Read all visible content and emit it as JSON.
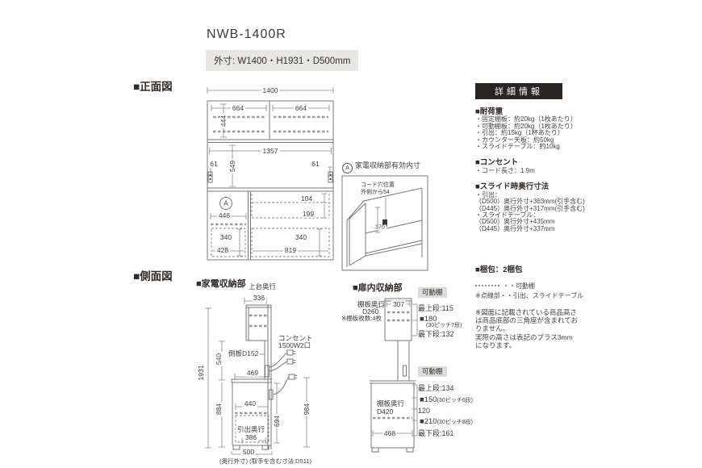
{
  "page": {
    "title": "NWB-1400R",
    "subtitle": "外寸: W1400・H1931・D500mm"
  },
  "front": {
    "header": "■正面図",
    "marker_a": "A",
    "d1400": "1400",
    "d664l": "664",
    "d664r": "664",
    "d444": "444",
    "d1357": "1357",
    "d549": "549",
    "d61l": "61",
    "d61r": "61",
    "d104": "104",
    "d199": "199",
    "d446": "446",
    "d340l": "340",
    "d340r": "340",
    "d428": "428",
    "d819": "819"
  },
  "detail": {
    "marker_a": "A",
    "title": "家電収納部有効内寸",
    "cord_line1": "コード穴位置",
    "cord_line2": "外側から54",
    "d370": "370"
  },
  "side": {
    "header": "■側面図",
    "sub_header": "■家電収納部",
    "top_depth_label": "上台奥行",
    "d336": "336",
    "d1931": "1931",
    "d540": "540",
    "d884": "884",
    "side_panel": "側板D152",
    "outlet_line1": "コンセント",
    "outlet_line2": "1500W2口",
    "d469": "469",
    "d440": "440",
    "drawer_label": "引出奥行",
    "d386": "386",
    "d694": "694",
    "d984": "984",
    "d500": "500",
    "footnote": "(奥行外寸) (取手を含む寸法:D511)"
  },
  "door": {
    "header": "■扉内収納部",
    "upper": {
      "depth_label": "棚板奥行",
      "depth": "D260",
      "count": "※棚板枚数:4枚",
      "d307": "307",
      "movable": "可動棚",
      "top": "最上段:115",
      "pitch": "■180",
      "pitch_note": "(30ピッチ7段)",
      "bottom": "最下段:132"
    },
    "lower": {
      "depth_label": "棚板奥行",
      "depth": "D420",
      "d468": "468",
      "movable": "可動棚",
      "top": "最上段:134",
      "pitch1": "■150",
      "pitch1_note": "(30ピッチ6段)",
      "mid": "120",
      "pitch2": "■210",
      "pitch2_note": "(30ピッチ8段)",
      "bottom": "最下段:161"
    }
  },
  "info": {
    "header": "詳細情報",
    "load_title": "■耐荷重",
    "load_items": [
      "・固定棚板：約20kg（1枚あたり）",
      "・可動棚板：約20kg（1枚あたり）",
      "・引出：約15kg（1杯あたり）",
      "・カウンター天板：約50kg",
      "・スライドテーブル：約10kg"
    ],
    "outlet_title": "■コンセント",
    "outlet_items": [
      "・コード長さ：1.9m"
    ],
    "slide_title": "■スライド時奥行寸法",
    "slide_items": [
      "・引出：",
      "（D500）奥行外寸+363mm(引手含む)",
      "（D445）奥行外寸+317mm(引手含む)",
      "・スライドテーブル：",
      "（D500）奥行外寸+435mm",
      "（D445）奥行外寸+337mm"
    ],
    "package_title": "■梱包：2梱包",
    "legend_movable": "・・可動棚",
    "legend_note": "※点線部・・引出、スライドテーブル",
    "note_lines": [
      "※図面に記載されている商品高さ",
      "は商品底部の三角座が含まれてお",
      "りません。",
      "実際の高さは表記のプラス3mm",
      "になります。"
    ]
  }
}
